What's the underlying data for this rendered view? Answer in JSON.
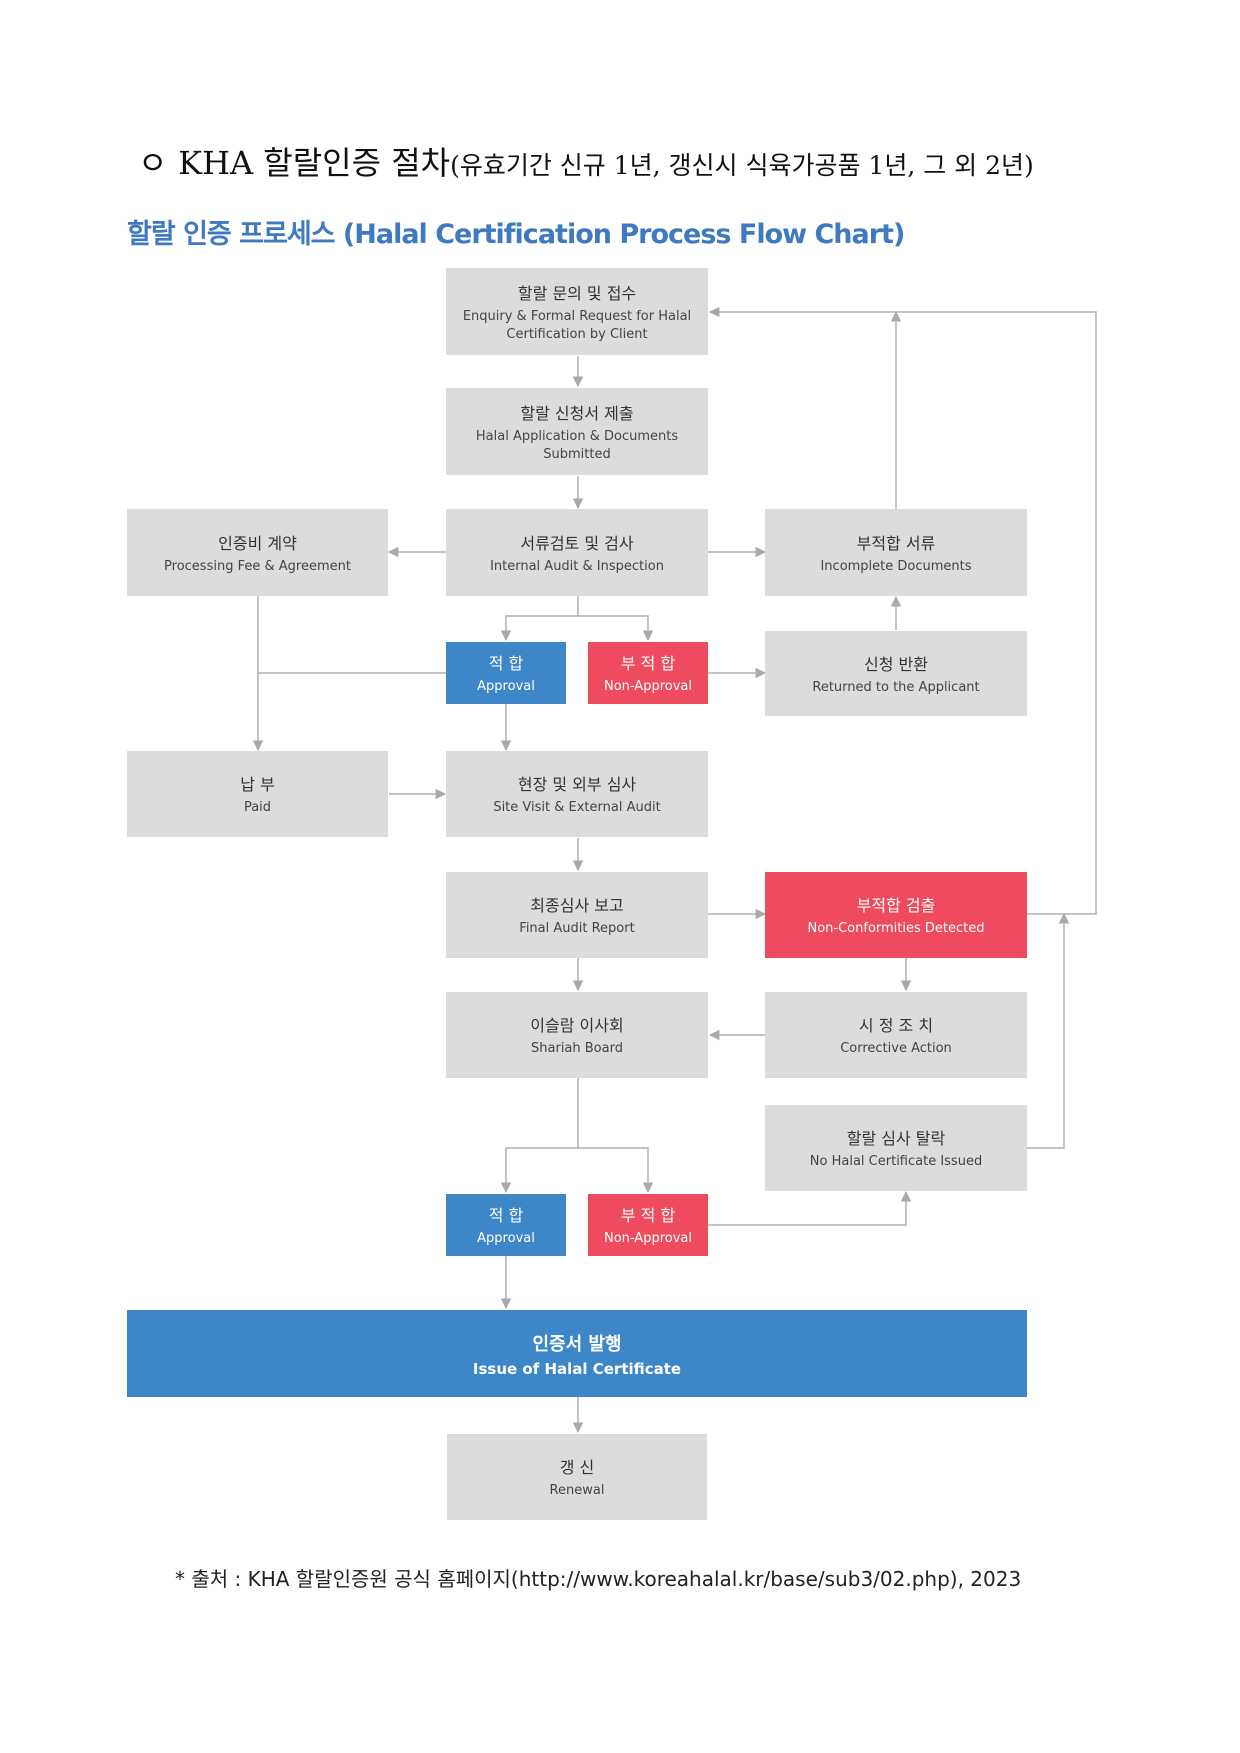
{
  "heading": {
    "bullet": "ㅇ",
    "main": "KHA 할랄인증 절차",
    "sub": "(유효기간 신규 1년, 갱신시 식육가공품 1년, 그 외 2년)"
  },
  "chart_title": "할랄 인증 프로세스 (Halal Certification Process Flow Chart)",
  "colors": {
    "box": "#dcdcdc",
    "approval": "#3d86c8",
    "non_approval": "#ee4b5f",
    "title": "#3f79bf",
    "arrow": "#a9a9a9"
  },
  "nodes": {
    "enquiry": {
      "ko": "할랄 문의 및 접수",
      "en": "Enquiry & Formal Request for Halal Certification by Client"
    },
    "application": {
      "ko": "할랄 신청서 제출",
      "en": "Halal Application & Documents Submitted"
    },
    "fee": {
      "ko": "인증비 계약",
      "en": "Processing Fee & Agreement"
    },
    "review": {
      "ko": "서류검토 및 검사",
      "en": "Internal Audit & Inspection"
    },
    "incomplete": {
      "ko": "부적합 서류",
      "en": "Incomplete Documents"
    },
    "approval1": {
      "ko": "적 합",
      "en": "Approval"
    },
    "nonapproval1": {
      "ko": "부 적 합",
      "en": "Non-Approval"
    },
    "returned": {
      "ko": "신청 반환",
      "en": "Returned to the Applicant"
    },
    "paid": {
      "ko": "납 부",
      "en": "Paid"
    },
    "site": {
      "ko": "현장 및 외부 심사",
      "en": "Site Visit & External Audit"
    },
    "final": {
      "ko": "최종심사 보고",
      "en": "Final Audit Report"
    },
    "nonconf": {
      "ko": "부적합 검출",
      "en": "Non-Conformities Detected"
    },
    "shariah": {
      "ko": "이슬람 이사회",
      "en": "Shariah Board"
    },
    "corrective": {
      "ko": "시 정 조 치",
      "en": "Corrective Action"
    },
    "nohalal": {
      "ko": "할랄 심사 탈락",
      "en": "No Halal Certificate Issued"
    },
    "approval2": {
      "ko": "적 합",
      "en": "Approval"
    },
    "nonapproval2": {
      "ko": "부 적 합",
      "en": "Non-Approval"
    },
    "issue": {
      "ko": "인증서 발행",
      "en": "Issue of Halal Certificate"
    },
    "renewal": {
      "ko": "갱 신",
      "en": "Renewal"
    }
  },
  "source": "* 출처 : KHA 할랄인증원 공식 홈페이지(http://www.koreahalal.kr/base/sub3/02.php), 2023"
}
